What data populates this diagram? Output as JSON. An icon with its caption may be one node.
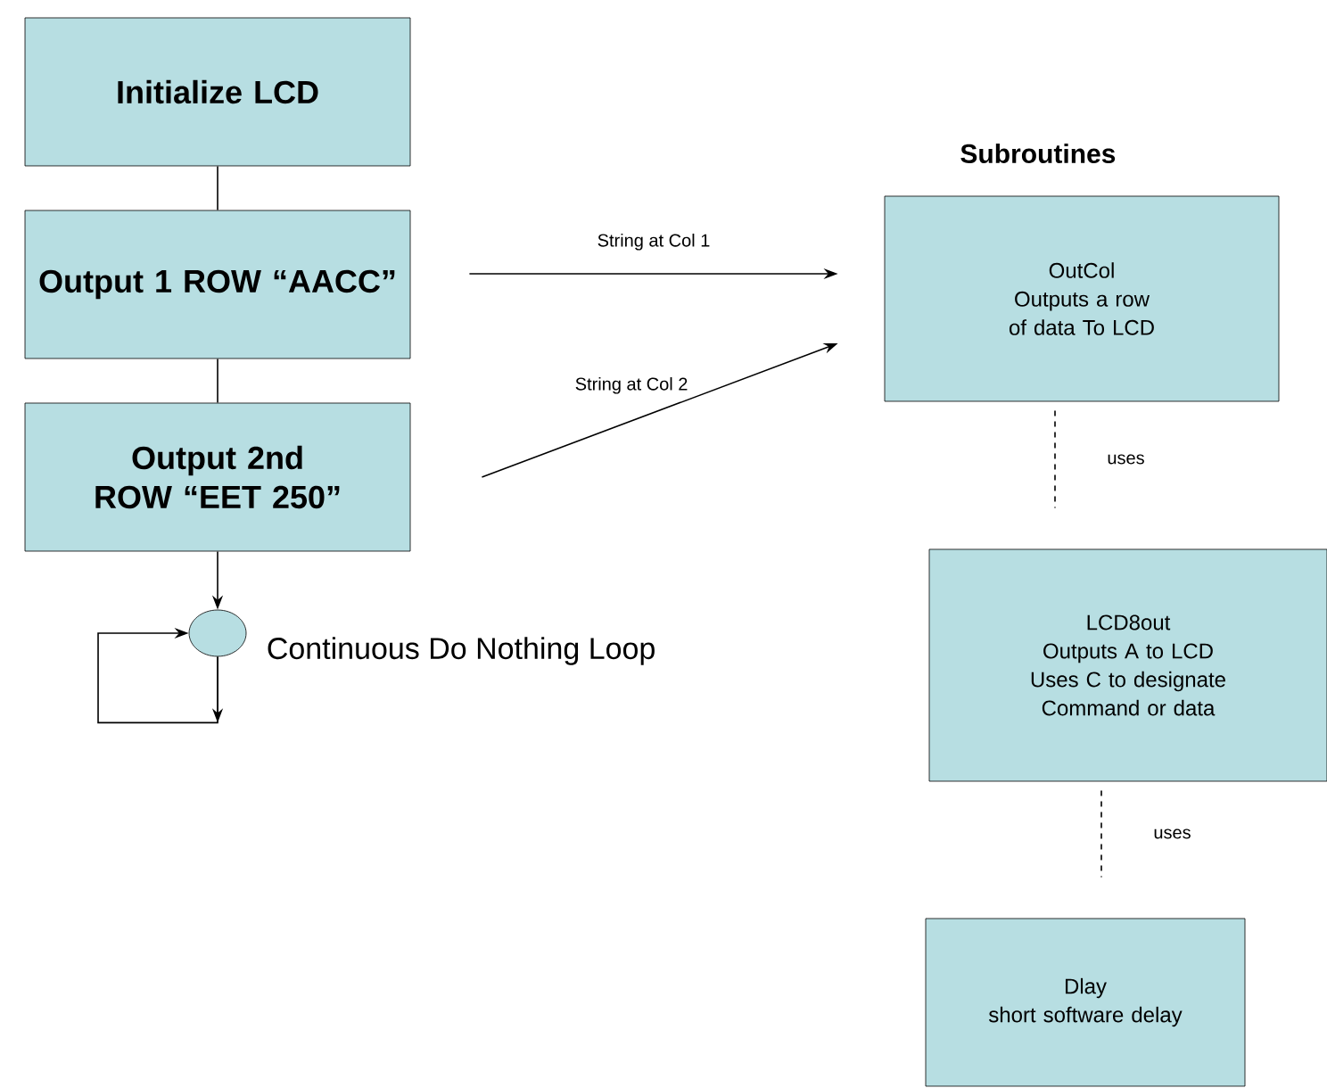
{
  "diagram": {
    "nodes": [
      {
        "text": [
          "Initialize LCD"
        ]
      },
      {
        "text": [
          "Output 1 ROW “AACC”"
        ]
      },
      {
        "text": [
          "Output 2nd ROW “EET 250”"
        ]
      },
      {
        "text": [],
        "shape": "circle",
        "beside": [
          "Continuous Do Nothing Loop"
        ]
      },
      {
        "text": [
          "OutCol",
          "Outputs a row of data To LCD"
        ]
      },
      {
        "text": [
          "LCD8out",
          "Outputs A to LCD Uses C to designate Command or data"
        ]
      },
      {
        "text": [
          "Dlay",
          "short software delay"
        ]
      }
    ],
    "edges": [
      {
        "from": 0,
        "to": 1,
        "arrow": "none"
      },
      {
        "from": 1,
        "to": 2,
        "arrow": "none"
      },
      {
        "from": 2,
        "to": 3,
        "arrow": "to"
      },
      {
        "from": 3,
        "to": 3,
        "arrow": "to"
      },
      {
        "from": 1,
        "to": 4,
        "arrow": "to",
        "label": "String at Col 1"
      },
      {
        "from": 2,
        "to": 4,
        "arrow": "to",
        "label": "String at Col 2"
      },
      {
        "from": 4,
        "to": 5,
        "arrow": "none",
        "style": "dashed",
        "label": "uses"
      },
      {
        "from": 5,
        "to": 6,
        "arrow": "none",
        "style": "dashed",
        "label": "uses"
      }
    ],
    "labels": [
      "Subroutines"
    ]
  }
}
